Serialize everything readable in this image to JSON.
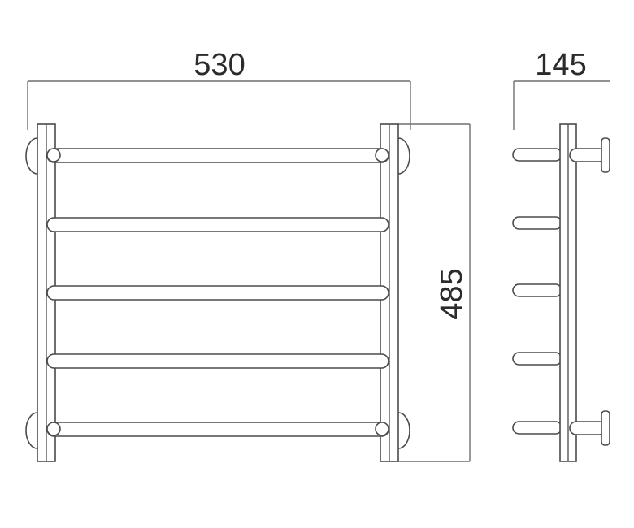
{
  "dimensions": {
    "width": "530",
    "height": "485",
    "depth": "145"
  },
  "front_view": {
    "bar_count": 5
  },
  "side_view": {
    "rod_count": 5
  },
  "colors": {
    "line": "#6f6f6f",
    "part": "#4a4a4a",
    "background": "#ffffff"
  }
}
